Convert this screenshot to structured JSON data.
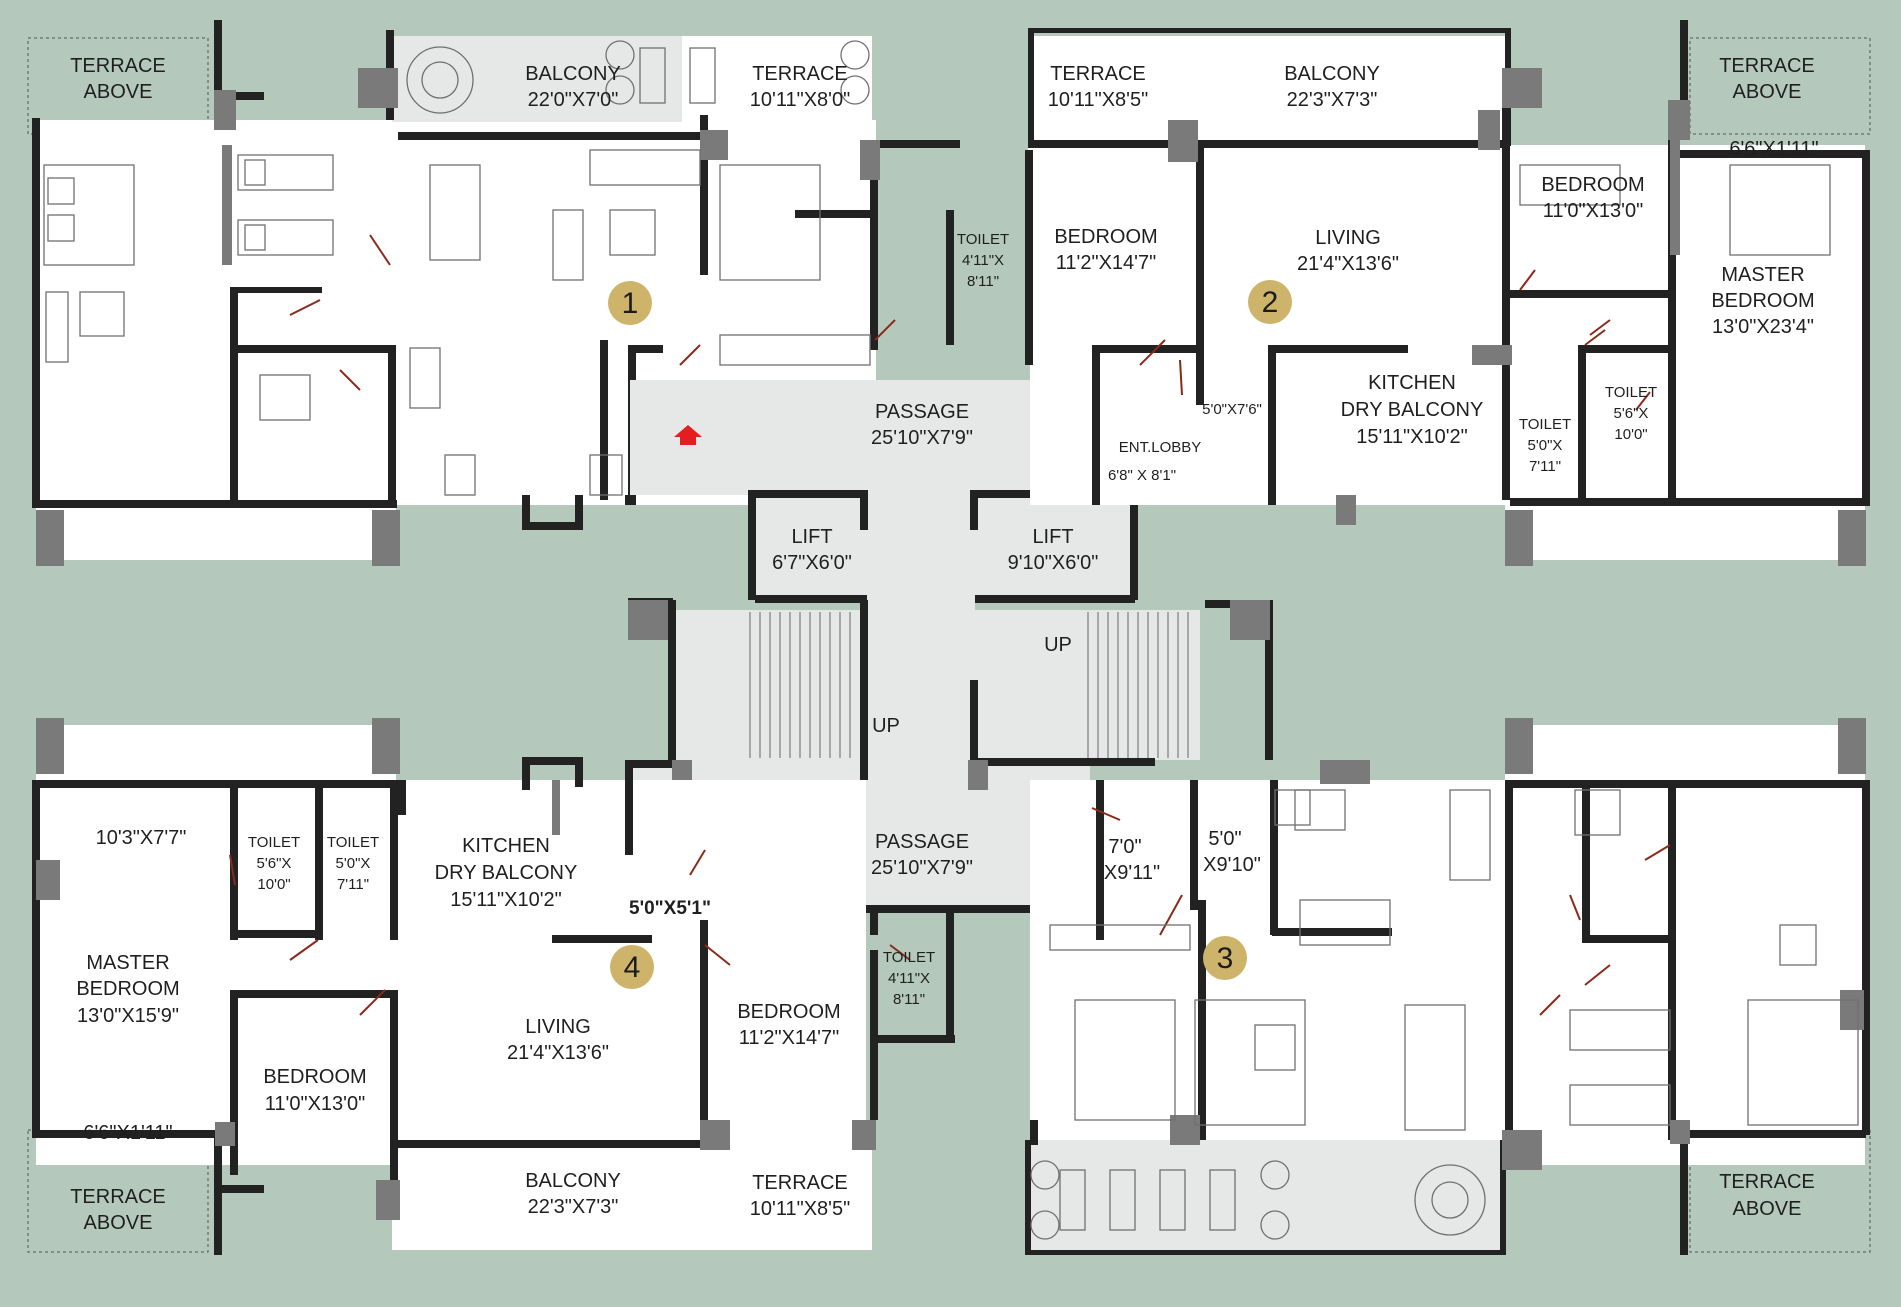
{
  "colors": {
    "background": "#b4c8bb",
    "floor": "#ffffff",
    "common_area": "#e6e8e7",
    "wall": "#222222",
    "column": "#7a7a7a",
    "unit_badge": "#cdb46a",
    "entry_arrow": "#e02020"
  },
  "units": {
    "u1": "1",
    "u2": "2",
    "u3": "3",
    "u4": "4"
  },
  "core": {
    "passage_top_name": "PASSAGE",
    "passage_top_dim": "25'10\"X7'9\"",
    "passage_bottom_name": "PASSAGE",
    "passage_bottom_dim": "25'10\"X7'9\"",
    "lift1_name": "LIFT",
    "lift1_dim": "6'7\"X6'0\"",
    "lift2_name": "LIFT",
    "lift2_dim": "9'10\"X6'0\"",
    "stair_up_right": "UP",
    "stair_up_left": "UP",
    "ent_lobby_name": "ENT.LOBBY",
    "ent_lobby_dim": "6'8\" X 8'1\"",
    "lobby4_dim": "5'0\"X5'1\"",
    "lobby3a_line1": "7'0\"",
    "lobby3a_line2": "X9'11\"",
    "lobby3b_line1": "5'0\"",
    "lobby3b_line2": "X9'10\""
  },
  "unit1": {
    "terrace_above_1": "TERRACE",
    "terrace_above_2": "ABOVE",
    "balcony_name": "BALCONY",
    "balcony_dim": "22'0\"X7'0\"",
    "terrace_name": "TERRACE",
    "terrace_dim": "10'11\"X8'0\"",
    "toilet_name": "TOILET",
    "toilet_dim_1": "4'11\"X",
    "toilet_dim_2": "8'11\""
  },
  "unit2": {
    "terrace_name": "TERRACE",
    "terrace_dim": "10'11\"X8'5\"",
    "balcony_name": "BALCONY",
    "balcony_dim": "22'3\"X7'3\"",
    "terrace_above_1": "TERRACE",
    "terrace_above_2": "ABOVE",
    "ledge_dim": "6'6\"X1'11\"",
    "bedroom1_name": "BEDROOM",
    "bedroom1_dim": "11'2\"X14'7\"",
    "living_name": "LIVING",
    "living_dim": "21'4\"X13'6\"",
    "bedroom2_name": "BEDROOM",
    "bedroom2_dim": "11'0\"X13'0\"",
    "master_1": "MASTER",
    "master_2": "BEDROOM",
    "master_dim": "13'0\"X23'4\"",
    "kitchen_1": "KITCHEN",
    "kitchen_2": "DRY BALCONY",
    "kitchen_dim": "15'11\"X10'2\"",
    "small_dim": "5'0\"X7'6\"",
    "toilet_a_name": "TOILET",
    "toilet_a_dim_1": "5'0\"X",
    "toilet_a_dim_2": "7'11\"",
    "toilet_b_name": "TOILET",
    "toilet_b_dim_1": "5'6\"X",
    "toilet_b_dim_2": "10'0\""
  },
  "unit4": {
    "small_dim": "10'3\"X7'7\"",
    "toilet_a_name": "TOILET",
    "toilet_a_dim_1": "5'6\"X",
    "toilet_a_dim_2": "10'0\"",
    "toilet_b_name": "TOILET",
    "toilet_b_dim_1": "5'0\"X",
    "toilet_b_dim_2": "7'11\"",
    "master_1": "MASTER",
    "master_2": "BEDROOM",
    "master_dim": "13'0\"X15'9\"",
    "kitchen_1": "KITCHEN",
    "kitchen_2": "DRY BALCONY",
    "kitchen_dim": "15'11\"X10'2\"",
    "living_name": "LIVING",
    "living_dim": "21'4\"X13'6\"",
    "bedroom1_name": "BEDROOM",
    "bedroom1_dim": "11'2\"X14'7\"",
    "bedroom2_name": "BEDROOM",
    "bedroom2_dim": "11'0\"X13'0\"",
    "toilet_c_name": "TOILET",
    "toilet_c_dim_1": "4'11\"X",
    "toilet_c_dim_2": "8'11\"",
    "ledge_dim": "6'6\"X1'11\"",
    "terrace_above_1": "TERRACE",
    "terrace_above_2": "ABOVE",
    "balcony_name": "BALCONY",
    "balcony_dim": "22'3\"X7'3\"",
    "terrace_name": "TERRACE",
    "terrace_dim": "10'11\"X8'5\""
  },
  "unit3": {
    "terrace_above_1": "TERRACE",
    "terrace_above_2": "ABOVE"
  }
}
